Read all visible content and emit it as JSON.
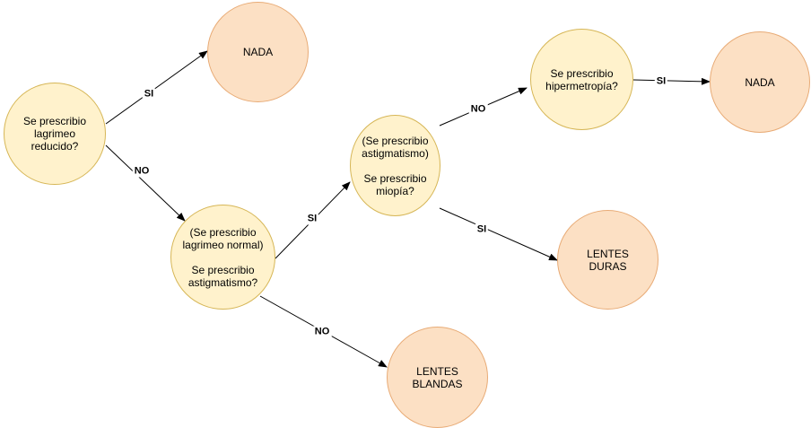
{
  "nodes": {
    "q1": "Se prescribio\nlagrimeo reducido?",
    "q2": "(Se prescribio\nlagrimeo normal)\n\nSe prescribio\nastigmatismo?",
    "q3": "(Se prescribio\nastigmatismo)\n\nSe prescribio\nmiopía?",
    "q4": "Se prescribio\nhipermetropía?",
    "leaf_nada_1": "NADA",
    "leaf_nada_2": "NADA",
    "leaf_lentes_duras": "LENTES\nDURAS",
    "leaf_lentes_blandas": "LENTES\nBLANDAS"
  },
  "edges": {
    "q1_si": "SI",
    "q1_no": "NO",
    "q2_si": "SI",
    "q2_no": "NO",
    "q3_no": "NO",
    "q3_si": "SI",
    "q4_si": "SI"
  },
  "colors": {
    "question_fill": "#fff2cc",
    "question_stroke": "#d6b656",
    "leaf_fill": "#fce0c4",
    "leaf_stroke": "#e8ab76"
  }
}
